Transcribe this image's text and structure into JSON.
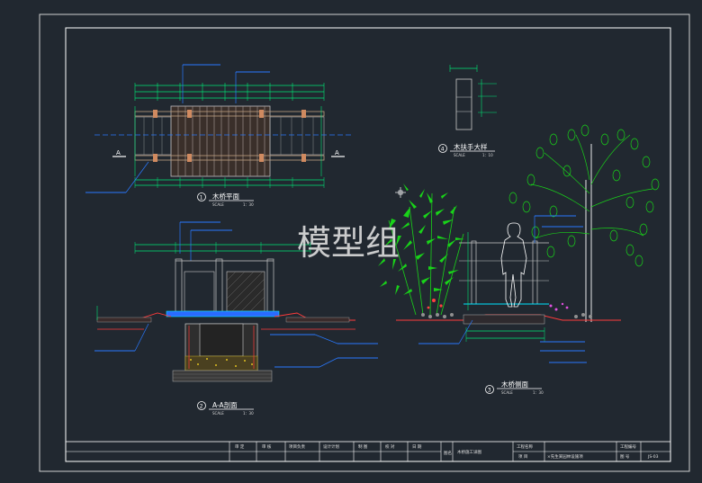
{
  "watermark": "模型组",
  "drawings": {
    "plan": {
      "number": "1",
      "title": "木桥平面",
      "scale_label": "SCALE",
      "scale": "1：30",
      "section_marks": [
        "A",
        "A"
      ]
    },
    "handrail": {
      "number": "4",
      "title": "木扶手大样",
      "scale_label": "SCALE",
      "scale": "1：10"
    },
    "section": {
      "number": "2",
      "title": "A-A剖面",
      "scale_label": "SCALE",
      "scale": "1：30"
    },
    "elevation": {
      "number": "3",
      "title": "木桥侧面",
      "scale_label": "SCALE",
      "scale": "1：30"
    }
  },
  "title_block": {
    "cells": [
      "审 定",
      "审 核",
      "项目负责",
      "设计计划",
      "制 图",
      "校 对",
      "日 期"
    ],
    "sheet_label": "图名",
    "sheet_name": "木桥施工详图",
    "project_label": "工程名称",
    "project_row_label": "项 目",
    "project_name": "×先生某园林设施项",
    "drawing_no_label": "工程编号",
    "page_label": "图 号",
    "page_no": "JS-03"
  },
  "colors": {
    "background": "#212830",
    "frame": "#ffffff",
    "dimension": "#00e676",
    "leader": "#2979ff",
    "section_line": "#ff3b3b",
    "plant": "#19d319"
  }
}
